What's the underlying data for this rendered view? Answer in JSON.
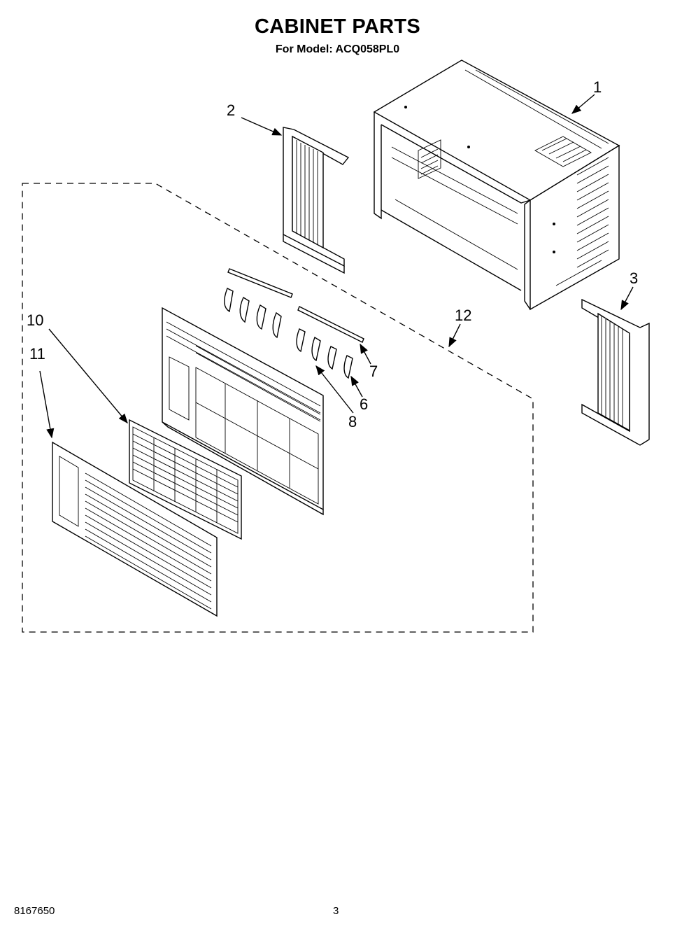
{
  "header": {
    "title": "CABINET PARTS",
    "subtitle": "For Model: ACQ058PL0"
  },
  "footer": {
    "doc_number": "8167650",
    "page_number": "3"
  },
  "diagram": {
    "callouts": [
      {
        "id": "1",
        "label": "1",
        "part": "cabinet"
      },
      {
        "id": "2",
        "label": "2",
        "part": "left-side-curtain"
      },
      {
        "id": "3",
        "label": "3",
        "part": "right-side-curtain"
      },
      {
        "id": "6",
        "label": "6",
        "part": "louver-clip"
      },
      {
        "id": "7",
        "label": "7",
        "part": "louver-bracket"
      },
      {
        "id": "8",
        "label": "8",
        "part": "louver"
      },
      {
        "id": "10",
        "label": "10",
        "part": "air-filter"
      },
      {
        "id": "11",
        "label": "11",
        "part": "front-grille"
      },
      {
        "id": "12",
        "label": "12",
        "part": "front-panel-assembly"
      }
    ]
  }
}
